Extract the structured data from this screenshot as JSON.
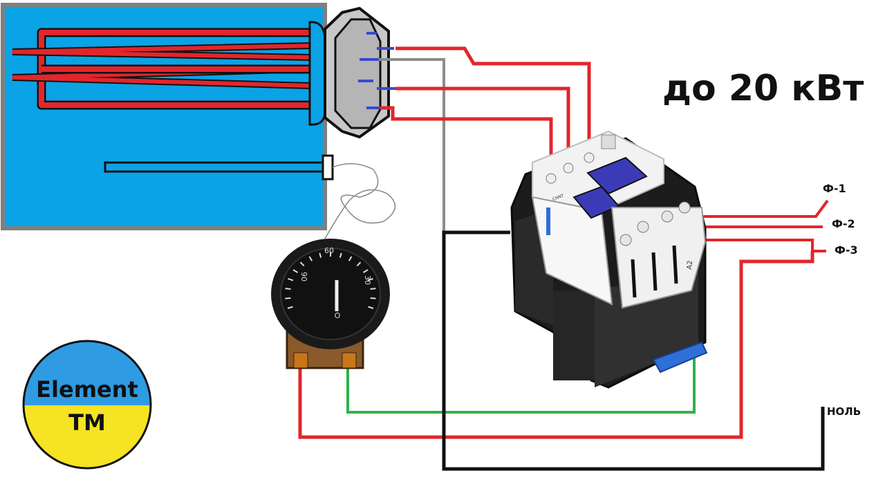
{
  "title": "до 20 кВт",
  "phases": {
    "p1": "Ф-1",
    "p2": "Ф-2",
    "p3": "Ф-3"
  },
  "neutral": "НОЛЬ",
  "logo": {
    "line1": "Element",
    "line2": "TM"
  },
  "thermostat": {
    "t60": "60",
    "t90": "90",
    "t30": "30",
    "off": "O"
  },
  "contactor": {
    "brand": "CHNT",
    "coil_terminal": "A2"
  },
  "colors": {
    "tank": "#0aa3e6",
    "live": "#e2262c",
    "neutral": "#111111",
    "control": "#2db24a",
    "bus": "#8c8c8c",
    "terminal": "#3a48c8",
    "logo_top": "#2e9be3",
    "logo_bottom": "#f5e324"
  }
}
